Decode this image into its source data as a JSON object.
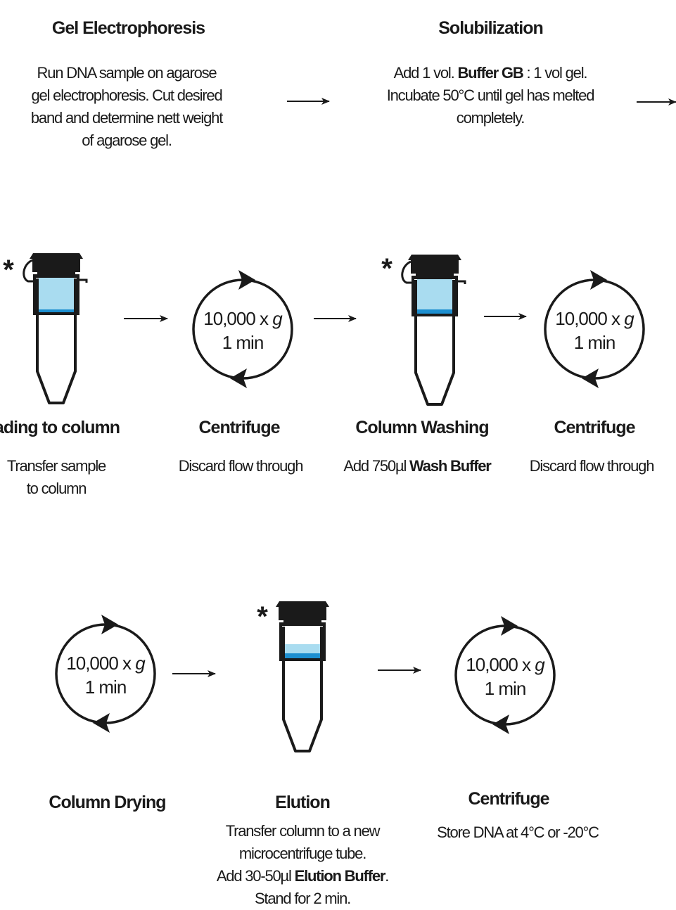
{
  "row1": {
    "gel": {
      "title": "Gel Electrophoresis",
      "desc": [
        "Run DNA sample on agarose",
        "gel electrophoresis. Cut desired",
        "band and determine nett weight",
        "of agarose gel."
      ]
    },
    "solubilization": {
      "title": "Solubilization",
      "line1_pre": "Add 1 vol. ",
      "line1_bold": "Buffer GB",
      "line1_post": " : 1 vol gel.",
      "line2": "Incubate 50°C until gel has melted",
      "line3": "completely."
    }
  },
  "row2": {
    "loading": {
      "title": "ading to column",
      "desc": [
        "Transfer sample",
        "to column"
      ]
    },
    "centrifuge1": {
      "title": "Centrifuge",
      "desc": "Discard flow through"
    },
    "washing": {
      "title": "Column Washing",
      "desc_pre": "Add 750µl ",
      "desc_bold": "Wash Buffer"
    },
    "centrifuge2": {
      "title": "Centrifuge",
      "desc": "Discard flow through"
    }
  },
  "row3": {
    "drying": {
      "title": "Column Drying"
    },
    "elution": {
      "title": "Elution",
      "line1": "Transfer column to a new",
      "line2": "microcentrifuge tube.",
      "line3_pre": "Add 30-50µl ",
      "line3_bold": "Elution Buffer",
      "line3_post": ".",
      "line4": "Stand for 2 min."
    },
    "centrifuge3": {
      "title": "Centrifuge",
      "desc": "Store DNA at 4°C or -20°C"
    }
  },
  "centrifuge_label": {
    "speed_prefix": "10,000 x ",
    "speed_unit": "g",
    "time": "1 min"
  },
  "asterisk": "*",
  "colors": {
    "liquid_light": "#a9dcf0",
    "liquid_dark": "#1d8fd0",
    "ink": "#1a1a1a"
  }
}
